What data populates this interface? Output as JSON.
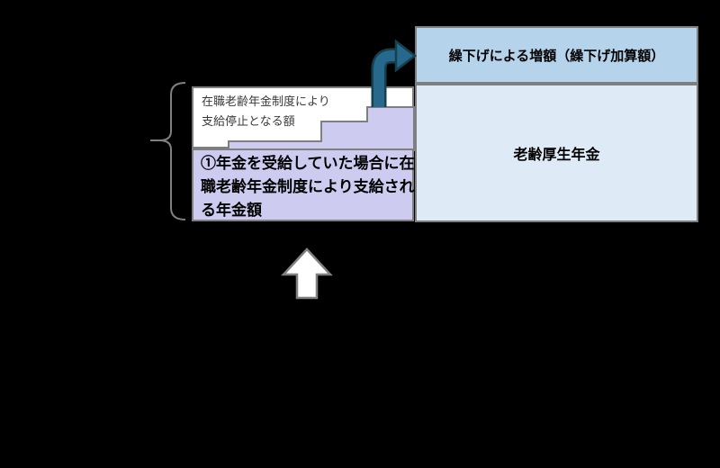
{
  "diagram": {
    "title_hint": "pension-deferral-diagram",
    "suspended_box": {
      "lines": [
        "在職老齢年金制度により",
        "支給停止となる額"
      ]
    },
    "received_box": {
      "lines": [
        "①年金を受給していた場合に在",
        "職老齢年金制度により支給され",
        "る年金額"
      ]
    },
    "deferral_box": {
      "label": "繰下げによる増額（繰下げ加算額）"
    },
    "pension_box": {
      "label": "老齢厚生年金"
    },
    "icons": {
      "elbow_arrow": "elbow-arrow-icon",
      "up_arrow": "up-arrow-icon",
      "left_brace": "left-brace"
    },
    "colors": {
      "background": "#000000",
      "deferral_fill": "#B6D3EC",
      "pension_fill": "#DEEAF6",
      "purple_fill": "#CDCCF0",
      "white_fill": "#FFFFFF",
      "border_gray": "#7F7F7F",
      "brace_gray": "#808080",
      "arrow_teal": "#27688D",
      "arrow_teal_outline": "#17404F",
      "text_dark": "#3A3A3A"
    }
  }
}
